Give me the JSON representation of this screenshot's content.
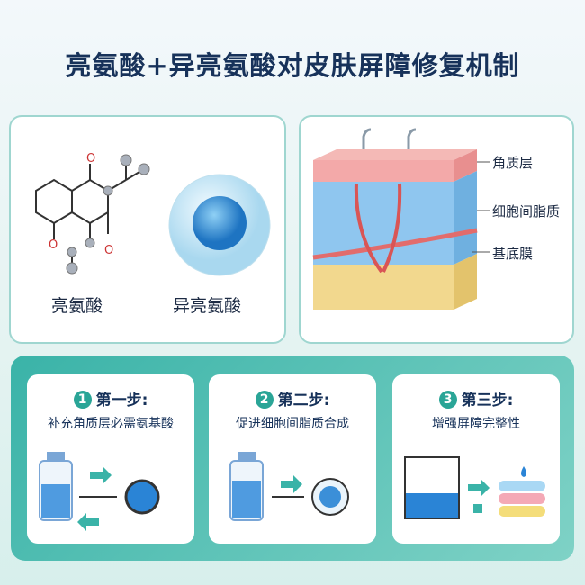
{
  "title": "亮氨酸+异亮氨酸对皮肤屏障修复机制",
  "molecules": {
    "leucine": "亮氨酸",
    "isoleucine": "异亮氨酸",
    "oxygen_label": "O"
  },
  "skin_layers": {
    "stratum_corneum": "角质层",
    "intercellular_lipids": "细胞间脂质",
    "basement_membrane": "基底膜"
  },
  "steps": [
    {
      "number": "1",
      "title": "第一步:",
      "desc": "补充角质层必需氨基酸"
    },
    {
      "number": "2",
      "title": "第二步:",
      "desc": "促进细胞间脂质合成"
    },
    {
      "number": "3",
      "title": "第三步:",
      "desc": "增强屏障完整性"
    }
  ],
  "colors": {
    "accent": "#2aa597",
    "title": "#17325a"
  }
}
